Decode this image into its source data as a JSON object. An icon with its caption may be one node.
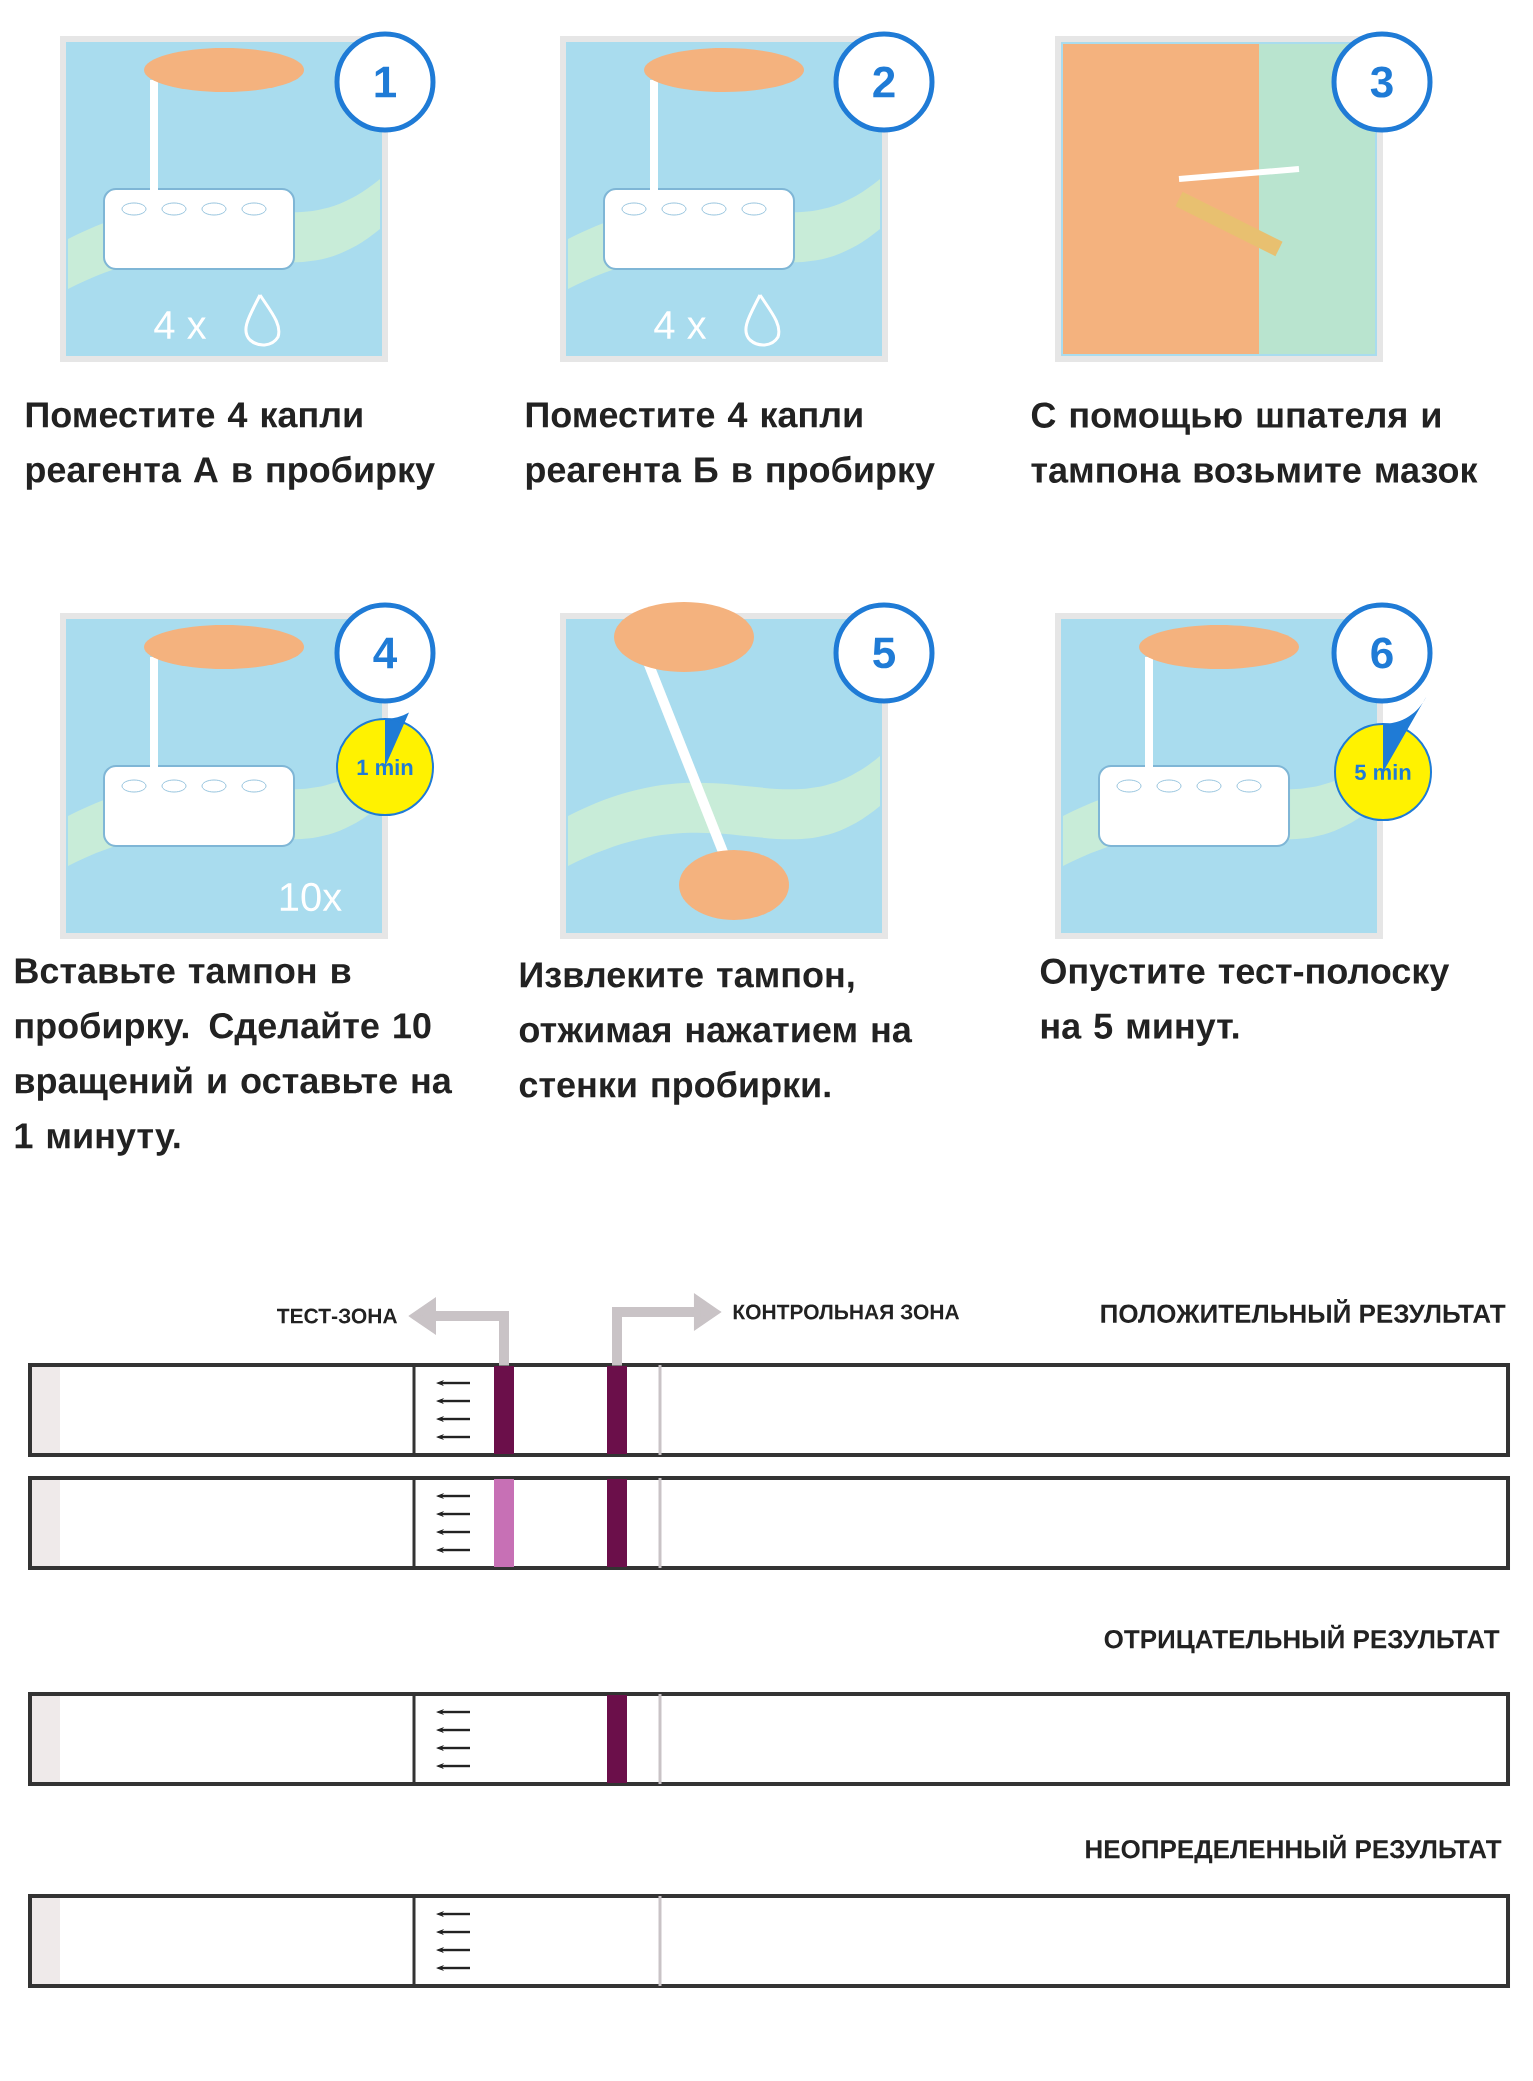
{
  "diagram": {
    "nodes": [
      {
        "text": [],
        "shape": "picture",
        "beside": [
          "Поместите 4 капли реагента А в пробирку"
        ]
      },
      {
        "text": [
          "1"
        ]
      },
      {
        "text": [],
        "shape": "picture",
        "beside": [
          "Поместите 4 капли реагента Б в пробирку"
        ]
      },
      {
        "text": [
          "2"
        ]
      },
      {
        "text": [],
        "shape": "picture",
        "beside": [
          "С помощью шпателя и тампона возьмите мазок"
        ]
      },
      {
        "text": [
          "3"
        ]
      },
      {
        "text": [],
        "shape": "picture",
        "beside": [
          "Вставьте тампон в пробирку. Сделайте 10 вращений и оставьте на 1 минуту."
        ]
      },
      {
        "text": [
          "4"
        ]
      },
      {
        "text": [
          "1 min"
        ]
      },
      {
        "text": [],
        "shape": "picture",
        "beside": [
          "Извлеките тампон, отжимая нажатием на стенки пробирки."
        ]
      },
      {
        "text": [
          "5"
        ]
      },
      {
        "text": [],
        "shape": "picture",
        "beside": [
          "Опустите тест-полоску на 5 минут."
        ]
      },
      {
        "text": [
          "6"
        ]
      },
      {
        "text": [
          "5 min"
        ]
      },
      {
        "text": [
          "ТЕСТ-ЗОНА"
        ]
      },
      {
        "text": [
          "КОНТРОЛЬНАЯ ЗОНА"
        ]
      },
      {
        "text": [],
        "shape": "box"
      },
      {
        "text": [],
        "shape": "bar",
        "in": 16
      },
      {
        "text": [],
        "shape": "bar",
        "in": 16
      },
      {
        "text": [],
        "shape": "box"
      },
      {
        "text": [],
        "shape": "box"
      },
      {
        "text": [],
        "shape": "box"
      }
    ],
    "edges": [
      {
        "from": 17,
        "to": 14,
        "arrow": "to"
      },
      {
        "from": 18,
        "to": 15,
        "arrow": "to"
      }
    ],
    "labels": [
      "4 x",
      "4 x",
      "10x",
      "ПОЛОЖИТЕЛЬНЫЙ РЕЗУЛЬТАТ",
      "ОТРИЦАТЕЛЬНЫЙ РЕЗУЛЬТАТ",
      "НЕОПРЕДЕЛЕННЫЙ РЕЗУЛЬТАТ"
    ]
  }
}
